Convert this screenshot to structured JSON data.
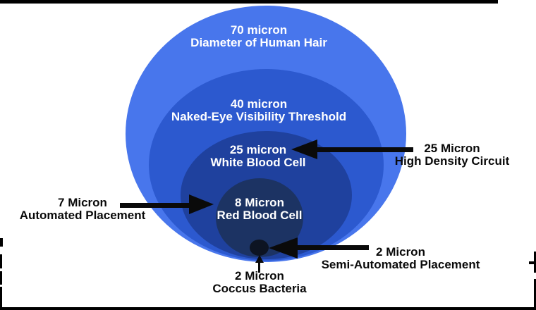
{
  "figure": {
    "background": "#ffffff",
    "frame_color": "#000000",
    "arrow_color": "#0a0a0a",
    "circles": [
      {
        "id": "c70",
        "size_label": "70 micron",
        "name_label": "Diameter of Human Hair",
        "color": "#4876ec"
      },
      {
        "id": "c40",
        "size_label": "40 micron",
        "name_label": "Naked-Eye Visibility Threshold",
        "color": "#2c59cf"
      },
      {
        "id": "c25",
        "size_label": "25 micron",
        "name_label": "White Blood Cell",
        "color": "#1f419e"
      },
      {
        "id": "c8",
        "size_label": "8 Micron",
        "name_label": "Red Blood Cell",
        "color": "#1c3363"
      },
      {
        "id": "c2",
        "color": "#0d1422"
      }
    ],
    "callouts": [
      {
        "id": "high-density-circuit",
        "size_label": "25 Micron",
        "name_label": "High Density Circuit"
      },
      {
        "id": "automated-placement",
        "size_label": "7 Micron",
        "name_label": "Automated Placement"
      },
      {
        "id": "semi-automated-placement",
        "size_label": "2 Micron",
        "name_label": "Semi-Automated Placement"
      },
      {
        "id": "coccus-bacteria",
        "size_label": "2 Micron",
        "name_label": "Coccus Bacteria"
      }
    ]
  }
}
